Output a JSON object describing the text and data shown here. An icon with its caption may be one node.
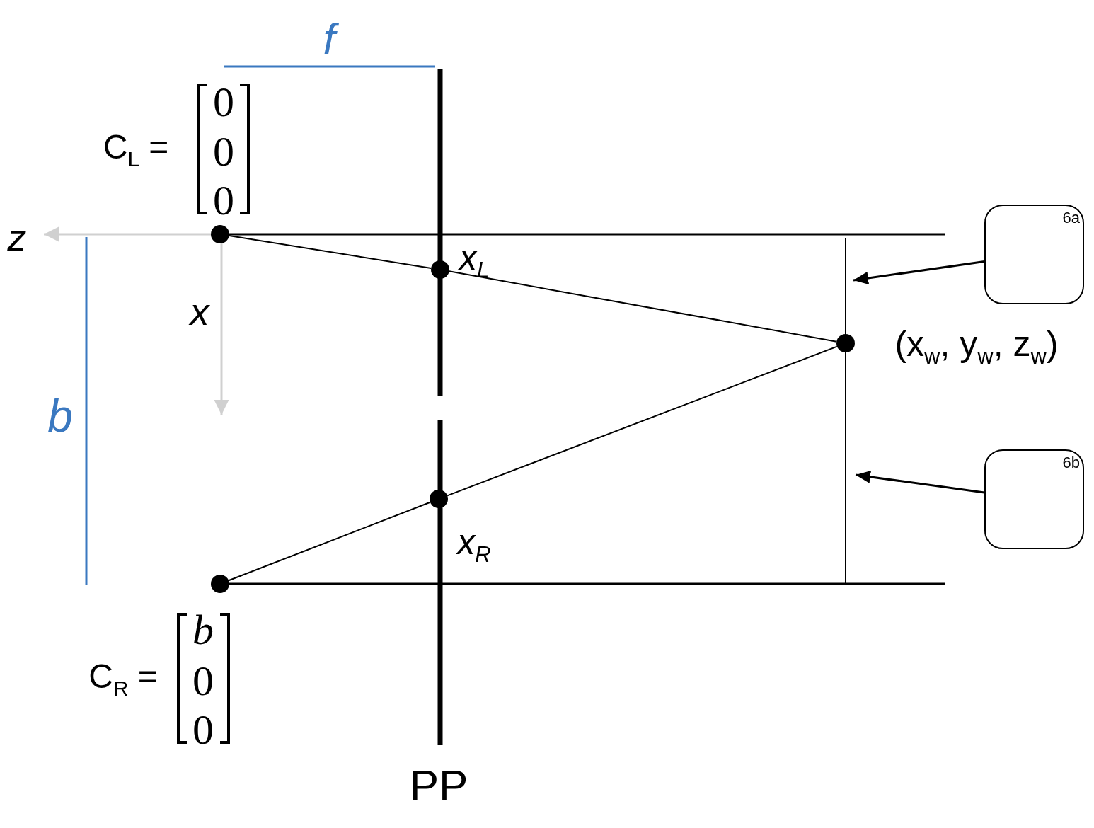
{
  "diagram": {
    "nodes": [
      {
        "text": [],
        "shape": "circle"
      },
      {
        "text": [],
        "shape": "circle",
        "beside": [
          "x$_{L}$"
        ]
      },
      {
        "text": [],
        "shape": "circle",
        "beside": [
          "(x$_{w}$, y$_{w}$, z$_{w}$)"
        ]
      },
      {
        "text": [],
        "shape": "circle",
        "beside": [
          "x$_{R}$"
        ]
      },
      {
        "text": [],
        "shape": "circle"
      },
      {
        "text": [
          "6a"
        ]
      },
      {
        "text": [
          "6b"
        ]
      }
    ],
    "edges": [
      {
        "from": 0,
        "to": 1,
        "arrow": "none"
      },
      {
        "from": 1,
        "to": 2,
        "arrow": "none"
      },
      {
        "from": 4,
        "to": 3,
        "arrow": "none"
      },
      {
        "from": 3,
        "to": 2,
        "arrow": "none"
      },
      {
        "from": 0,
        "to": null,
        "arrow": "none"
      },
      {
        "from": 4,
        "to": null,
        "arrow": "none"
      },
      {
        "from": 5,
        "to": null,
        "arrow": "to"
      },
      {
        "from": 6,
        "to": null,
        "arrow": "to"
      }
    ],
    "labels": [
      "f",
      "C$_{L}$ =",
      "0",
      "0",
      "0",
      "z",
      "x",
      "b",
      "C$_{R}$ =",
      "b",
      "0",
      "0",
      "PP"
    ]
  }
}
